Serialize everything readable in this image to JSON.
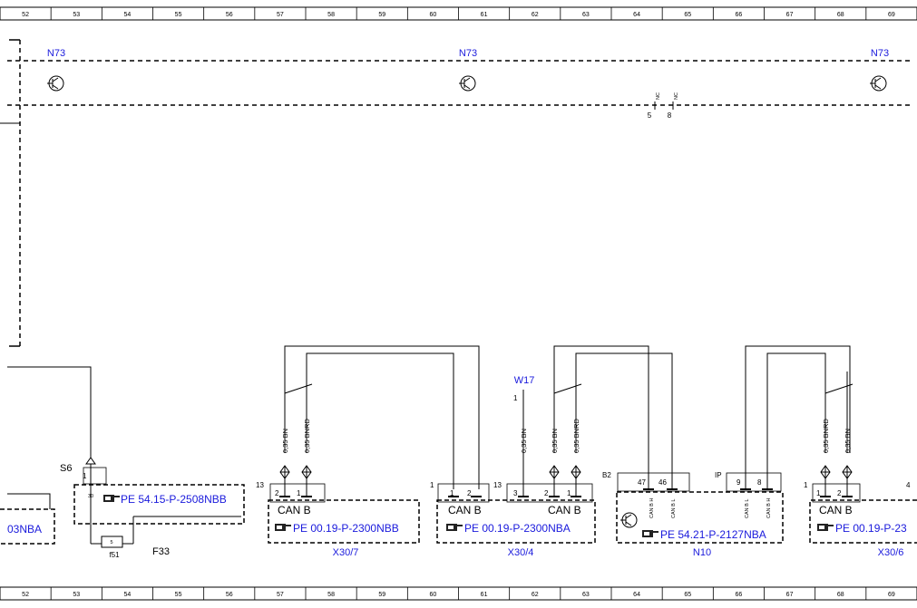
{
  "ruler": {
    "ticks": [
      "52",
      "53",
      "54",
      "55",
      "56",
      "57",
      "58",
      "59",
      "60",
      "61",
      "62",
      "63",
      "64",
      "65",
      "66",
      "67",
      "68",
      "69"
    ]
  },
  "top_section": {
    "n73_labels": [
      "N73",
      "N73",
      "N73"
    ],
    "nc_labels": [
      "NC",
      "NC"
    ],
    "nc_pins": [
      "5",
      "8"
    ]
  },
  "components": {
    "s6": {
      "name": "S6",
      "pins": [
        "1",
        "30"
      ]
    },
    "f33": {
      "name": "F33",
      "ref": "PE 54.15-P-2508NBB",
      "fuse": "f51",
      "fuse_pin": "5"
    },
    "left_partial": {
      "ref_partial": "03NBA"
    },
    "x30_7": {
      "name": "X30/7",
      "ref": "PE 00.19-P-2300NBB",
      "signal": "CAN B",
      "pin_row": "13",
      "pins": [
        "2",
        "1"
      ],
      "wires": [
        "0,35 BN",
        "0,35 BNRD"
      ]
    },
    "x30_4": {
      "name": "X30/4",
      "ref": "PE 00.19-P-2300NBA",
      "signals": [
        "CAN B",
        "CAN B"
      ],
      "pin_rows": [
        "1",
        "13"
      ],
      "pins": [
        "1",
        "2",
        "3",
        "2",
        "1"
      ],
      "wires": [
        "0,35 BN",
        "0,35 BN",
        "0,35 BNRD"
      ],
      "w17": "W17",
      "w17_pin": "1"
    },
    "n10": {
      "name": "N10",
      "ref": "PE 54.21-P-2127NBA",
      "b2": "B2",
      "ip": "IP",
      "pins": [
        "47",
        "46",
        "9",
        "8"
      ],
      "pin_signals": [
        "CAN B H",
        "CAN B L",
        "CAN B L",
        "CAN B H"
      ]
    },
    "x30_6": {
      "name": "X30/6",
      "ref_partial": "PE 00.19-P-23",
      "signal": "CAN B",
      "pin_rows": [
        "1",
        "4"
      ],
      "pins": [
        "1",
        "2"
      ],
      "wires": [
        "0,35 BNRD",
        "0,35 BN"
      ]
    }
  },
  "colors": {
    "reference_blue": "#1a1adc",
    "line": "#000000"
  }
}
